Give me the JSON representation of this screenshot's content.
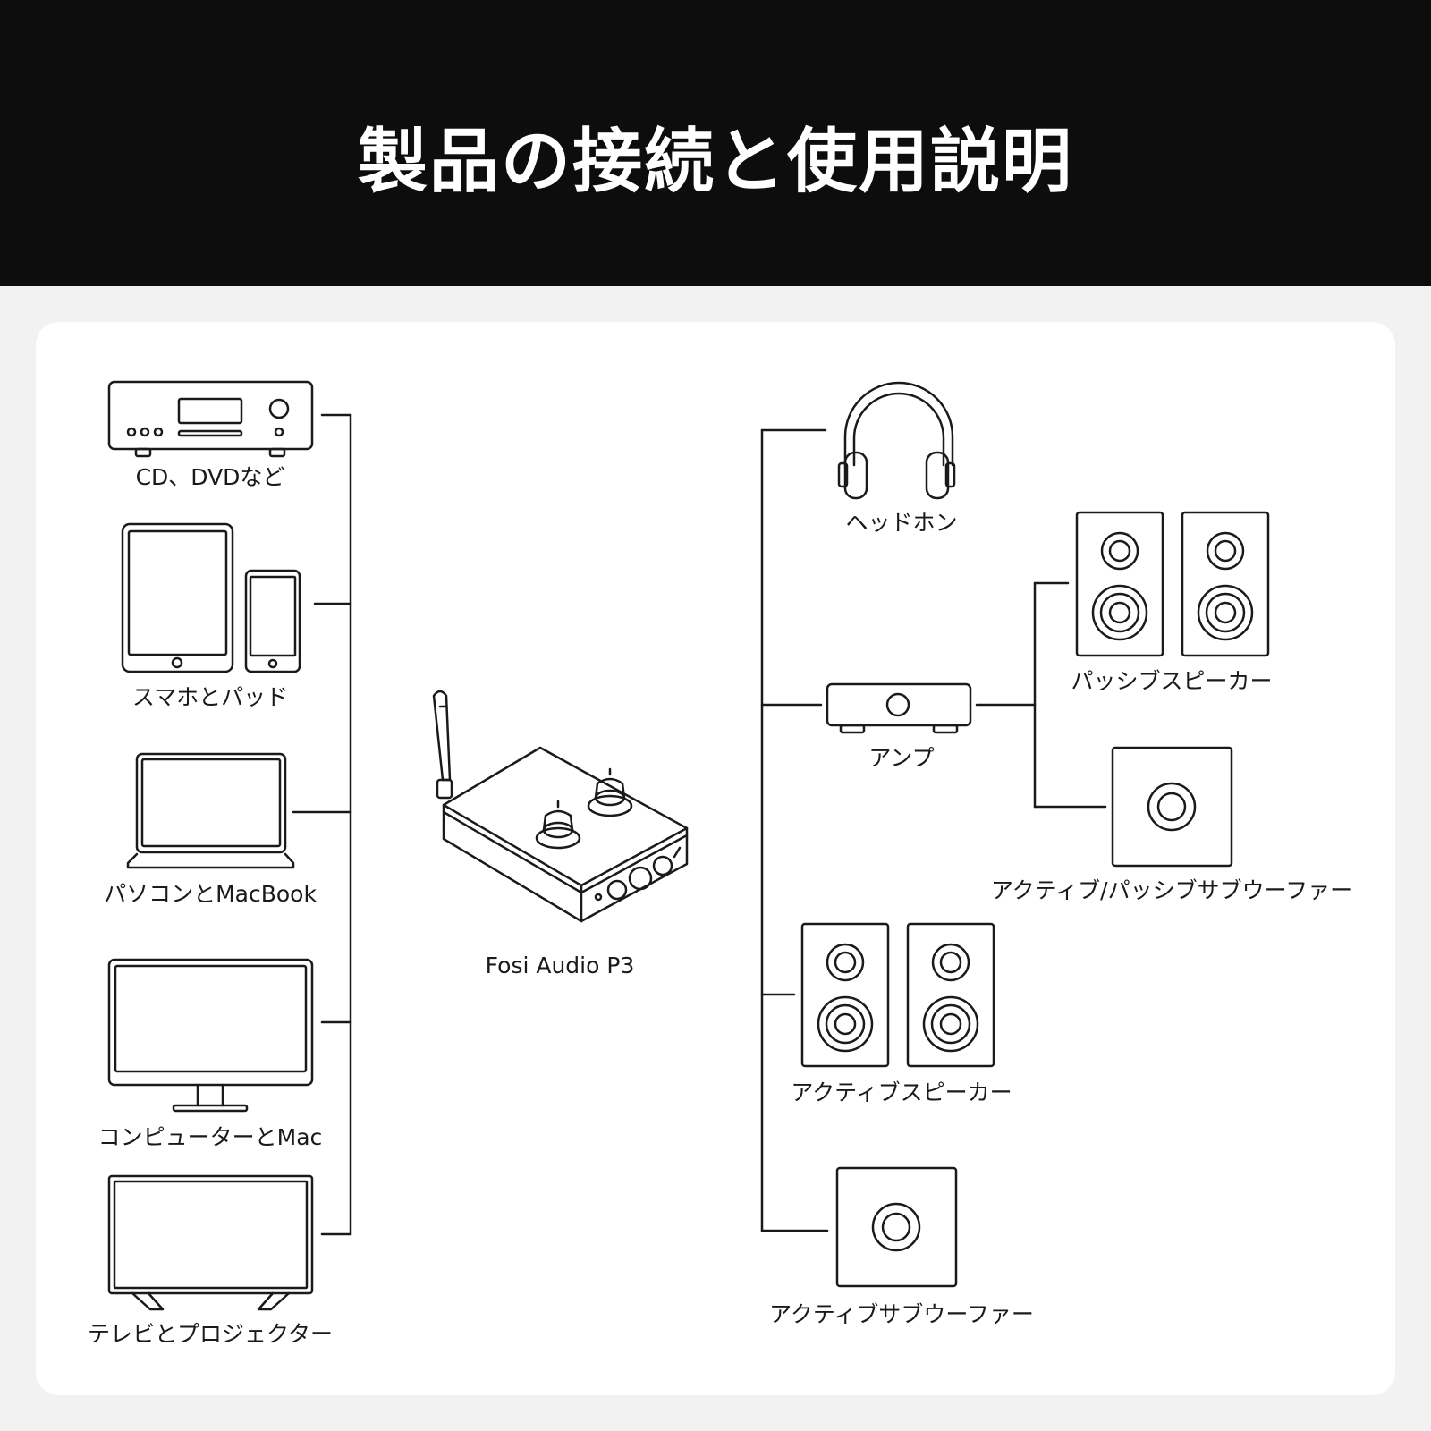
{
  "title": "製品の接続と使用説明",
  "colors": {
    "header_bg": "#0d0d0d",
    "page_bg": "#f2f2f2",
    "panel_bg": "#ffffff",
    "stroke": "#1a1a1a"
  },
  "sources": {
    "cd_player": {
      "label": "CD、DVDなど",
      "icon": "cd-player-icon"
    },
    "phone_tablet": {
      "label": "スマホとパッド",
      "icon": "tablet-phone-icon"
    },
    "laptop": {
      "label": "パソコンとMacBook",
      "icon": "laptop-icon"
    },
    "monitor": {
      "label": "コンピューターとMac",
      "icon": "monitor-icon"
    },
    "tv": {
      "label": "テレビとプロジェクター",
      "icon": "tv-icon"
    }
  },
  "device": {
    "label": "Fosi Audio P3",
    "icon": "tube-amplifier-icon"
  },
  "outputs": {
    "headphones": {
      "label": "ヘッドホン",
      "icon": "headphones-icon"
    },
    "amp": {
      "label": "アンプ",
      "icon": "amplifier-icon"
    },
    "passive_speakers": {
      "label": "パッシブスピーカー",
      "icon": "speaker-pair-icon"
    },
    "sub_active_passive": {
      "label": "アクティブ/パッシブサブウーファー",
      "icon": "subwoofer-icon"
    },
    "active_speakers": {
      "label": "アクティブスピーカー",
      "icon": "speaker-pair-icon"
    },
    "active_sub": {
      "label": "アクティブサブウーファー",
      "icon": "subwoofer-icon"
    }
  }
}
